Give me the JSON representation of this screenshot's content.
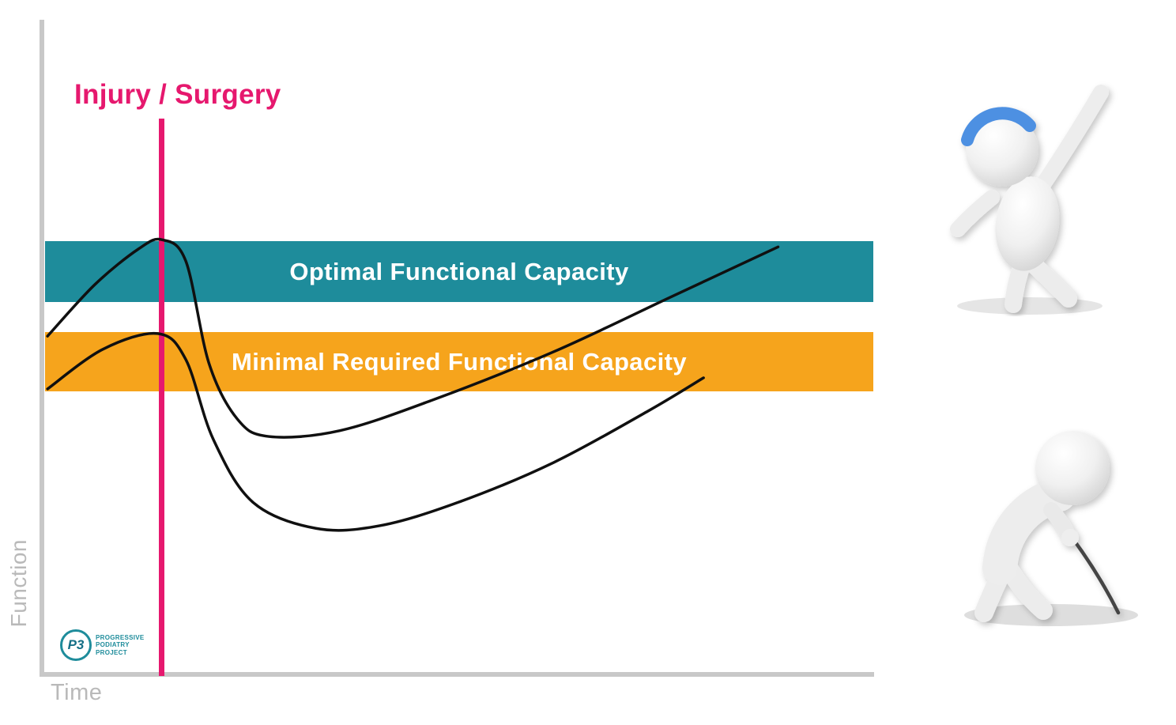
{
  "chart_data": {
    "type": "line",
    "xlabel": "Time",
    "ylabel": "Function",
    "x_range": [
      0,
      100
    ],
    "y_range": [
      0,
      100
    ],
    "grid": false,
    "axes_style": {
      "axis_color": "#c8c8c8",
      "label_color": "#b9b9b9"
    },
    "vline": {
      "x": 14.1,
      "label": "Injury / Surgery",
      "color": "#e6186e"
    },
    "bands": [
      {
        "label": "Optimal Functional Capacity",
        "y_from": 57.0,
        "y_to": 66.4,
        "color": "#1e8c9b",
        "text_color": "#ffffff"
      },
      {
        "label": "Minimal Required Functional Capacity",
        "y_from": 43.3,
        "y_to": 52.4,
        "color": "#f6a41c",
        "text_color": "#ffffff"
      }
    ],
    "series": [
      {
        "name": "recovery-reaching-optimal-capacity",
        "color": "#101010",
        "points": [
          [
            0.3,
            51.8
          ],
          [
            6,
            59.7
          ],
          [
            11.3,
            65.2
          ],
          [
            14.1,
            66.6
          ],
          [
            17,
            63.3
          ],
          [
            19.8,
            47.6
          ],
          [
            23.2,
            39.1
          ],
          [
            27,
            36.4
          ],
          [
            35.6,
            37.3
          ],
          [
            47,
            42.1
          ],
          [
            61.4,
            49.4
          ],
          [
            75.7,
            57.9
          ],
          [
            88.5,
            65.5
          ]
        ]
      },
      {
        "name": "incomplete-recovery-below-minimal",
        "color": "#101010",
        "points": [
          [
            0.3,
            43.7
          ],
          [
            7,
            49.8
          ],
          [
            13.6,
            52.2
          ],
          [
            17,
            48.2
          ],
          [
            20.3,
            36.0
          ],
          [
            25.1,
            26.3
          ],
          [
            32.7,
            22.3
          ],
          [
            40.4,
            22.7
          ],
          [
            49.9,
            26.3
          ],
          [
            61.4,
            32.4
          ],
          [
            72.8,
            40.3
          ],
          [
            79.5,
            45.4
          ]
        ]
      }
    ]
  },
  "logo": {
    "abbr": "P3",
    "lines": [
      "PROGRESSIVE",
      "PODIATRY",
      "PROJECT"
    ],
    "color": "#1e8c9b"
  },
  "illustrations": {
    "top_right": "healthy-active-person-figure",
    "bottom_right": "hunched-person-with-cane-figure",
    "headband_color": "#4e90e2"
  }
}
